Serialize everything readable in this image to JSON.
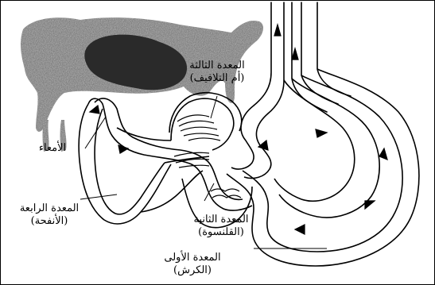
{
  "labels": {
    "intestines": "الأمعاء",
    "third": {
      "name": "المعدة الثالثة",
      "common": "(أم التلافيف)"
    },
    "fourth": {
      "name": "المعدة الرابعة",
      "common": "(الأنفحة)"
    },
    "second": {
      "name": "المعدة الثانية",
      "common": "(القلنسوة)"
    },
    "first": {
      "name": "المعدة الأولى",
      "common": "(الكرش)"
    }
  },
  "icons": {
    "cow": "cow-silhouette-icon",
    "arrow": "flow-arrow-icon"
  },
  "colors": {
    "ink": "#000000",
    "cow_body": "#8a8a8a",
    "rumen_shadow": "#2b2b2b",
    "background": "#ffffff"
  }
}
